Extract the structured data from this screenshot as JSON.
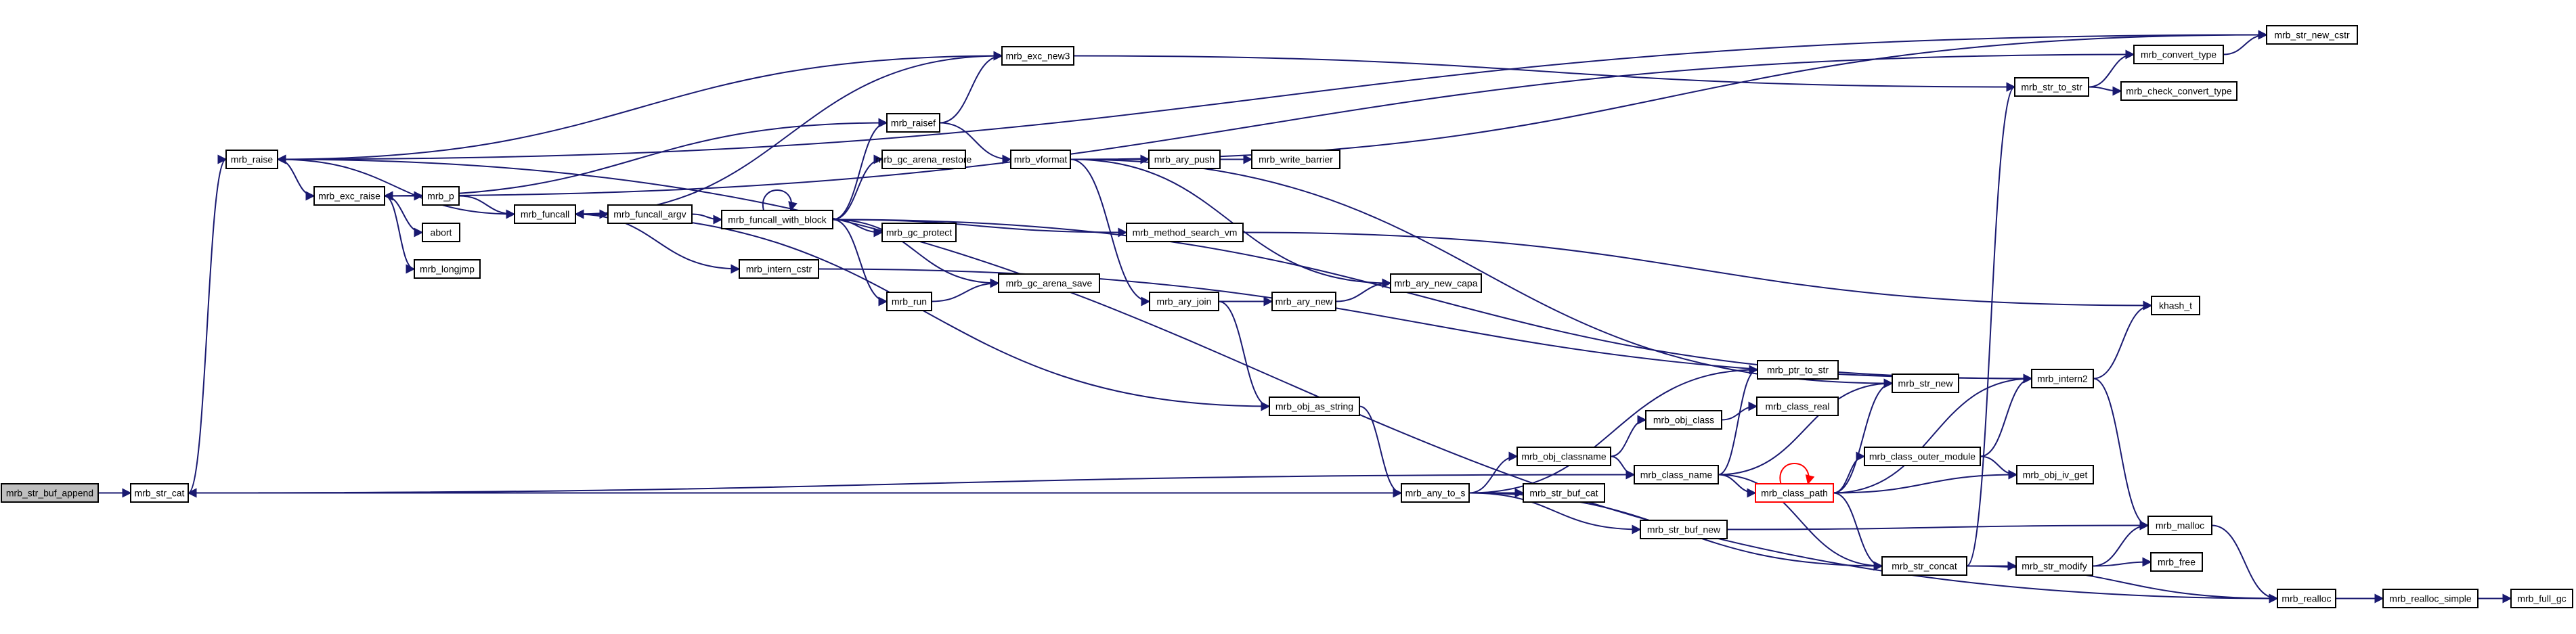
{
  "diagram": {
    "colors": {
      "edge": "#191970",
      "red": "#ff0000",
      "root_fill": "#bfbfbf"
    },
    "nodes": [
      {
        "id": "mrb_str_buf_append",
        "label": "mrb_str_buf_append"
      },
      {
        "id": "mrb_str_cat",
        "label": "mrb_str_cat"
      },
      {
        "id": "mrb_raise",
        "label": "mrb_raise"
      },
      {
        "id": "mrb_exc_raise",
        "label": "mrb_exc_raise"
      },
      {
        "id": "mrb_p",
        "label": "mrb_p"
      },
      {
        "id": "abort",
        "label": "abort"
      },
      {
        "id": "mrb_longjmp",
        "label": "mrb_longjmp"
      },
      {
        "id": "mrb_funcall",
        "label": "mrb_funcall"
      },
      {
        "id": "mrb_funcall_argv",
        "label": "mrb_funcall_argv"
      },
      {
        "id": "mrb_funcall_with_block",
        "label": "mrb_funcall_with_block"
      },
      {
        "id": "mrb_intern_cstr",
        "label": "mrb_intern_cstr"
      },
      {
        "id": "mrb_exc_new3",
        "label": "mrb_exc_new3"
      },
      {
        "id": "mrb_raisef",
        "label": "mrb_raisef"
      },
      {
        "id": "mrb_gc_arena_restore",
        "label": "mrb_gc_arena_restore"
      },
      {
        "id": "mrb_gc_protect",
        "label": "mrb_gc_protect"
      },
      {
        "id": "mrb_run",
        "label": "mrb_run"
      },
      {
        "id": "mrb_gc_arena_save",
        "label": "mrb_gc_arena_save"
      },
      {
        "id": "mrb_vformat",
        "label": "mrb_vformat"
      },
      {
        "id": "mrb_ary_push",
        "label": "mrb_ary_push"
      },
      {
        "id": "mrb_write_barrier",
        "label": "mrb_write_barrier"
      },
      {
        "id": "mrb_method_search_vm",
        "label": "mrb_method_search_vm"
      },
      {
        "id": "mrb_ary_join",
        "label": "mrb_ary_join"
      },
      {
        "id": "mrb_ary_new",
        "label": "mrb_ary_new"
      },
      {
        "id": "mrb_ary_new_capa",
        "label": "mrb_ary_new_capa"
      },
      {
        "id": "mrb_obj_as_string",
        "label": "mrb_obj_as_string"
      },
      {
        "id": "mrb_any_to_s",
        "label": "mrb_any_to_s"
      },
      {
        "id": "mrb_obj_classname",
        "label": "mrb_obj_classname"
      },
      {
        "id": "mrb_str_buf_cat",
        "label": "mrb_str_buf_cat"
      },
      {
        "id": "mrb_str_buf_new",
        "label": "mrb_str_buf_new"
      },
      {
        "id": "mrb_obj_class",
        "label": "mrb_obj_class"
      },
      {
        "id": "mrb_class_name",
        "label": "mrb_class_name"
      },
      {
        "id": "mrb_ptr_to_str",
        "label": "mrb_ptr_to_str"
      },
      {
        "id": "mrb_class_real",
        "label": "mrb_class_real"
      },
      {
        "id": "mrb_class_path",
        "label": "mrb_class_path",
        "red": true
      },
      {
        "id": "mrb_str_new",
        "label": "mrb_str_new"
      },
      {
        "id": "mrb_class_outer_module",
        "label": "mrb_class_outer_module"
      },
      {
        "id": "mrb_obj_iv_get",
        "label": "mrb_obj_iv_get"
      },
      {
        "id": "mrb_str_concat",
        "label": "mrb_str_concat"
      },
      {
        "id": "mrb_str_modify",
        "label": "mrb_str_modify"
      },
      {
        "id": "mrb_malloc",
        "label": "mrb_malloc"
      },
      {
        "id": "mrb_free",
        "label": "mrb_free"
      },
      {
        "id": "mrb_realloc",
        "label": "mrb_realloc"
      },
      {
        "id": "mrb_realloc_simple",
        "label": "mrb_realloc_simple"
      },
      {
        "id": "mrb_full_gc",
        "label": "mrb_full_gc"
      },
      {
        "id": "mrb_intern2",
        "label": "mrb_intern2"
      },
      {
        "id": "khash_t",
        "label": "khash_t"
      },
      {
        "id": "mrb_str_to_str",
        "label": "mrb_str_to_str"
      },
      {
        "id": "mrb_convert_type",
        "label": "mrb_convert_type"
      },
      {
        "id": "mrb_check_convert_type",
        "label": "mrb_check_convert_type"
      },
      {
        "id": "mrb_str_new_cstr",
        "label": "mrb_str_new_cstr"
      }
    ],
    "edges": [
      {
        "from": "mrb_str_buf_append",
        "to": "mrb_str_cat"
      },
      {
        "from": "mrb_str_cat",
        "to": "mrb_raise"
      },
      {
        "from": "mrb_raise",
        "to": "mrb_exc_raise"
      },
      {
        "from": "mrb_raise",
        "to": "mrb_exc_new3"
      },
      {
        "from": "mrb_raise",
        "to": "mrb_str_new_cstr"
      },
      {
        "from": "mrb_exc_raise",
        "to": "mrb_p"
      },
      {
        "from": "mrb_exc_raise",
        "to": "abort"
      },
      {
        "from": "mrb_exc_raise",
        "to": "mrb_longjmp"
      },
      {
        "from": "mrb_p",
        "to": "mrb_funcall"
      },
      {
        "from": "mrb_funcall",
        "to": "mrb_raise"
      },
      {
        "from": "mrb_funcall",
        "to": "mrb_funcall_argv"
      },
      {
        "from": "mrb_funcall",
        "to": "mrb_intern_cstr"
      },
      {
        "from": "mrb_funcall_argv",
        "to": "mrb_funcall_with_block"
      },
      {
        "from": "mrb_funcall_with_block",
        "to": "mrb_funcall_with_block"
      },
      {
        "from": "mrb_funcall_with_block",
        "to": "mrb_raisef"
      },
      {
        "from": "mrb_funcall_with_block",
        "to": "mrb_gc_arena_restore"
      },
      {
        "from": "mrb_funcall_with_block",
        "to": "mrb_gc_protect"
      },
      {
        "from": "mrb_funcall_with_block",
        "to": "mrb_method_search_vm"
      },
      {
        "from": "mrb_funcall_with_block",
        "to": "mrb_gc_arena_save"
      },
      {
        "from": "mrb_funcall_with_block",
        "to": "mrb_run"
      },
      {
        "from": "mrb_funcall_with_block",
        "to": "mrb_intern2"
      },
      {
        "from": "mrb_run",
        "to": "mrb_gc_arena_save"
      },
      {
        "from": "mrb_intern_cstr",
        "to": "mrb_intern2"
      },
      {
        "from": "mrb_exc_new3",
        "to": "mrb_funcall"
      },
      {
        "from": "mrb_exc_new3",
        "to": "mrb_str_to_str"
      },
      {
        "from": "mrb_raisef",
        "to": "mrb_exc_new3"
      },
      {
        "from": "mrb_raisef",
        "to": "mrb_exc_raise"
      },
      {
        "from": "mrb_raisef",
        "to": "mrb_vformat"
      },
      {
        "from": "mrb_vformat",
        "to": "mrb_ary_push"
      },
      {
        "from": "mrb_vformat",
        "to": "mrb_ary_join"
      },
      {
        "from": "mrb_vformat",
        "to": "mrb_ary_new_capa"
      },
      {
        "from": "mrb_vformat",
        "to": "mrb_str_new"
      },
      {
        "from": "mrb_vformat",
        "to": "mrb_str_new_cstr"
      },
      {
        "from": "mrb_ary_push",
        "to": "mrb_write_barrier"
      },
      {
        "from": "mrb_method_search_vm",
        "to": "khash_t"
      },
      {
        "from": "mrb_ary_join",
        "to": "mrb_ary_new"
      },
      {
        "from": "mrb_ary_join",
        "to": "mrb_obj_as_string"
      },
      {
        "from": "mrb_ary_new",
        "to": "mrb_ary_new_capa"
      },
      {
        "from": "mrb_obj_as_string",
        "to": "mrb_funcall"
      },
      {
        "from": "mrb_obj_as_string",
        "to": "mrb_any_to_s"
      },
      {
        "from": "mrb_any_to_s",
        "to": "mrb_str_cat"
      },
      {
        "from": "mrb_any_to_s",
        "to": "mrb_ptr_to_str"
      },
      {
        "from": "mrb_any_to_s",
        "to": "mrb_obj_classname"
      },
      {
        "from": "mrb_any_to_s",
        "to": "mrb_str_buf_cat"
      },
      {
        "from": "mrb_any_to_s",
        "to": "mrb_str_buf_new"
      },
      {
        "from": "mrb_any_to_s",
        "to": "mrb_str_concat"
      },
      {
        "from": "mrb_obj_classname",
        "to": "mrb_obj_class"
      },
      {
        "from": "mrb_obj_classname",
        "to": "mrb_class_name"
      },
      {
        "from": "mrb_obj_class",
        "to": "mrb_class_real"
      },
      {
        "from": "mrb_class_name",
        "to": "mrb_ptr_to_str"
      },
      {
        "from": "mrb_class_name",
        "to": "mrb_str_new"
      },
      {
        "from": "mrb_class_name",
        "to": "mrb_class_path"
      },
      {
        "from": "mrb_class_name",
        "to": "mrb_str_concat"
      },
      {
        "from": "mrb_class_name",
        "to": "mrb_str_cat"
      },
      {
        "from": "mrb_class_path",
        "to": "mrb_class_path",
        "red": true
      },
      {
        "from": "mrb_class_path",
        "to": "mrb_str_new"
      },
      {
        "from": "mrb_class_path",
        "to": "mrb_intern2"
      },
      {
        "from": "mrb_class_path",
        "to": "mrb_class_outer_module"
      },
      {
        "from": "mrb_class_path",
        "to": "mrb_obj_iv_get"
      },
      {
        "from": "mrb_class_path",
        "to": "mrb_str_concat"
      },
      {
        "from": "mrb_class_outer_module",
        "to": "mrb_intern2"
      },
      {
        "from": "mrb_class_outer_module",
        "to": "mrb_obj_iv_get"
      },
      {
        "from": "mrb_str_buf_new",
        "to": "mrb_malloc"
      },
      {
        "from": "mrb_str_concat",
        "to": "mrb_str_modify"
      },
      {
        "from": "mrb_str_concat",
        "to": "mrb_realloc"
      },
      {
        "from": "mrb_str_concat",
        "to": "mrb_str_to_str"
      },
      {
        "from": "mrb_str_modify",
        "to": "mrb_malloc"
      },
      {
        "from": "mrb_str_modify",
        "to": "mrb_free"
      },
      {
        "from": "mrb_malloc",
        "to": "mrb_realloc"
      },
      {
        "from": "mrb_realloc",
        "to": "mrb_realloc_simple"
      },
      {
        "from": "mrb_realloc",
        "to": "mrb_raise"
      },
      {
        "from": "mrb_realloc_simple",
        "to": "mrb_full_gc"
      },
      {
        "from": "mrb_intern2",
        "to": "khash_t"
      },
      {
        "from": "mrb_intern2",
        "to": "mrb_malloc"
      },
      {
        "from": "mrb_str_to_str",
        "to": "mrb_convert_type"
      },
      {
        "from": "mrb_str_to_str",
        "to": "mrb_check_convert_type"
      },
      {
        "from": "mrb_convert_type",
        "to": "mrb_str_new_cstr"
      },
      {
        "from": "mrb_convert_type",
        "to": "mrb_exc_raise"
      }
    ]
  }
}
